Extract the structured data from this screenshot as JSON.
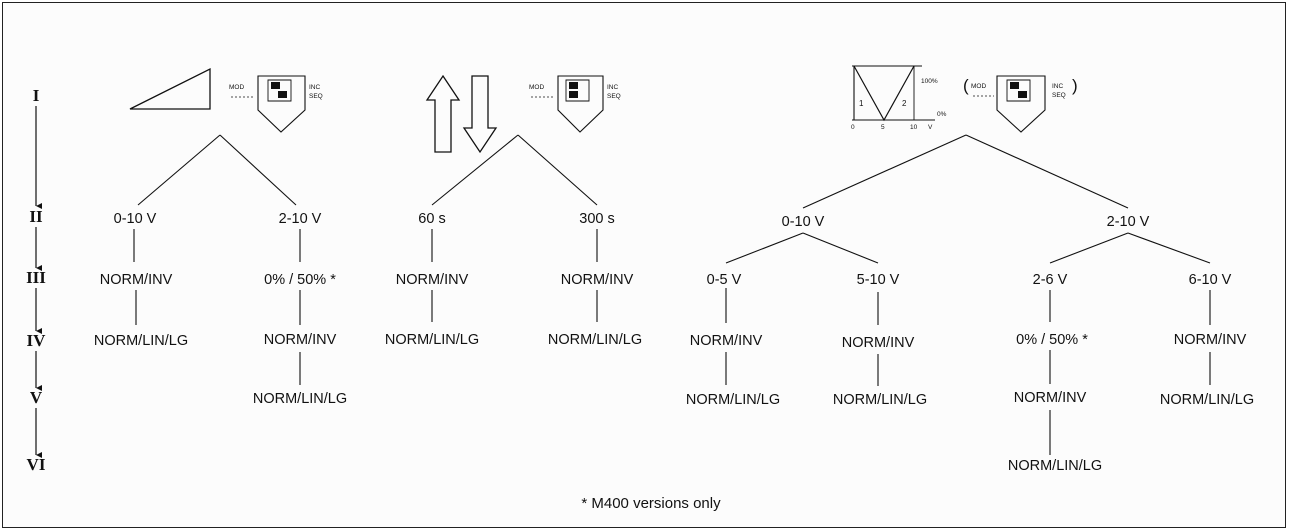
{
  "levels": [
    "I",
    "II",
    "III",
    "IV",
    "V",
    "VI"
  ],
  "switch_labels": {
    "mod": "MOD",
    "inc": "INC",
    "seq": "SEQ"
  },
  "graph_labels": {
    "pct": "100%",
    "one": "1",
    "two": "2",
    "axis_v": "V",
    "axis_pct": "0%",
    "x0": "0",
    "x5": "5",
    "x10": "10"
  },
  "groups": {
    "ramp": {
      "branch_0_10": {
        "level2": "0-10 V",
        "level3": "NORM/INV",
        "level4": "NORM/LIN/LG"
      },
      "branch_2_10": {
        "level2": "2-10 V",
        "level3": "0% / 50% *",
        "level4": "NORM/INV",
        "level5": "NORM/LIN/LG"
      }
    },
    "timing": {
      "branch_60": {
        "level2": "60 s",
        "level3": "NORM/INV",
        "level4": "NORM/LIN/LG"
      },
      "branch_300": {
        "level2": "300 s",
        "level3": "NORM/INV",
        "level4": "NORM/LIN/LG"
      }
    },
    "sequence": {
      "branch_0_10": {
        "level2": "0-10 V",
        "sub_0_5": {
          "level3": "0-5 V",
          "level4": "NORM/INV",
          "level5": "NORM/LIN/LG"
        },
        "sub_5_10": {
          "level3": "5-10 V",
          "level4": "NORM/INV",
          "level5": "NORM/LIN/LG"
        }
      },
      "branch_2_10": {
        "level2": "2-10 V",
        "sub_2_6": {
          "level3": "2-6 V",
          "level4": "0% / 50% *",
          "level5": "NORM/INV",
          "level6": "NORM/LIN/LG"
        },
        "sub_6_10": {
          "level3": "6-10 V",
          "level4": "NORM/INV",
          "level5": "NORM/LIN/LG"
        }
      }
    }
  },
  "footnote": "* M400 versions only"
}
